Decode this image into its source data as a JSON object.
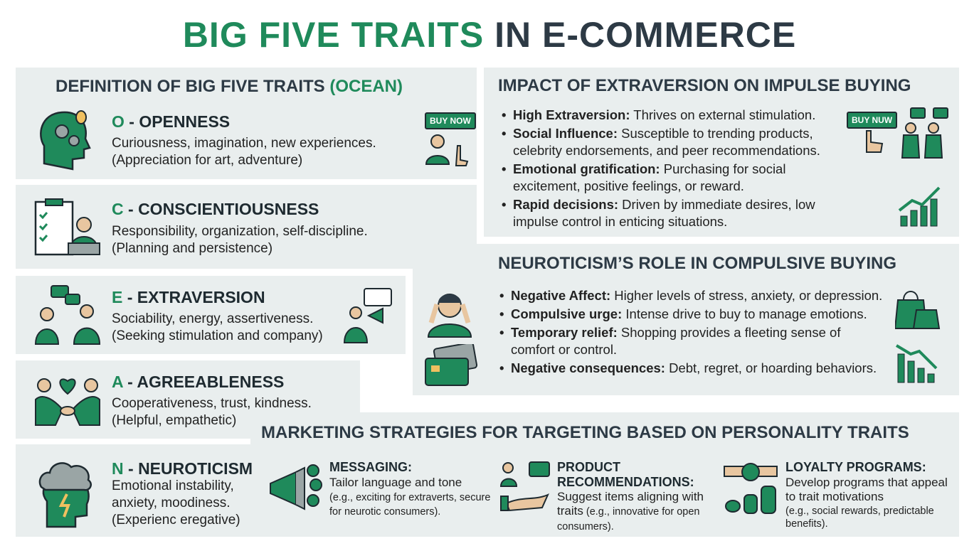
{
  "title": {
    "part1": "BIG FIVE TRAITS",
    "part2": "IN E-COMMERCE"
  },
  "definition": {
    "heading_main": "DEFINITION OF BIG FIVE TRAITS",
    "heading_accent": "(OCEAN)",
    "traits": [
      {
        "letter": "O",
        "name": " - OPENNESS",
        "line1": "Curiousness, imagination, new experiences.",
        "line2": "(Appreciation for art, adventure)",
        "icon": "head-gears-lightbulb-icon"
      },
      {
        "letter": "C",
        "name": " - CONSCIENTIOUSNESS",
        "line1": "Responsibility, organization, self-discipline.",
        "line2": "(Planning and persistence)",
        "icon": "checklist-laptop-icon"
      },
      {
        "letter": "E",
        "name": " - EXTRAVERSION",
        "line1": "Sociability, energy, assertiveness.",
        "line2": "(Seeking stimulation and company)",
        "icon": "people-chatting-icon"
      },
      {
        "letter": "A",
        "name": " - AGREEABLENESS",
        "line1": "Cooperativeness, trust, kindness.",
        "line2": "(Helpful, empathetic)",
        "icon": "handshake-heart-icon"
      },
      {
        "letter": "N",
        "name": " - NEUROTICISM",
        "line1": "Emotional instability,",
        "line2": "anxiety, moodiness.",
        "line3": "(Experienc eregative)",
        "icon": "storm-cloud-head-icon"
      }
    ],
    "buy_now": "BUY NOW"
  },
  "extraversion": {
    "heading": "IMPACT OF EXTRAVERSION ON IMPULSE BUYING",
    "buy_now": "BUY NUW",
    "bullets": [
      {
        "label": "High Extraversion:",
        "text": " Thrives on external stimulation."
      },
      {
        "label": "Social Influence:",
        "text": " Susceptible to trending products, celebrity endorsements, and peer recommendations."
      },
      {
        "label": "Emotional gratification:",
        "text": " Purchasing for social excitement, positive feelings, or reward."
      },
      {
        "label": "Rapid decisions:",
        "text": " Driven by immediate desires, low impulse control in enticing situations."
      }
    ]
  },
  "neuroticism": {
    "heading": "NEUROTICISM’S ROLE IN COMPULSIVE BUYING",
    "bullets": [
      {
        "label": "Negative Affect:",
        "text": " Higher levels of stress, anxiety, or depression."
      },
      {
        "label": "Compulsive urge:",
        "text": " Intense drive to buy to manage emotions."
      },
      {
        "label": "Temporary relief:",
        "text": " Shopping provides a fleeting sense of comfort or control."
      },
      {
        "label": "Negative consequences:",
        "text": " Debt, regret, or hoarding behaviors."
      }
    ]
  },
  "marketing": {
    "heading": "MARKETING STRATEGIES FOR TARGETING BASED ON PERSONALITY TRAITS",
    "items": [
      {
        "title": "MESSAGING:",
        "text": "Tailor language and tone",
        "small": "(e.g., exciting for extraverts, secure for neurotic consumers)."
      },
      {
        "title": "PRODUCT RECOMMENDATIONS:",
        "text": "Suggest items aligning with traits",
        "small": " (e.g., innovative for open consumers)."
      },
      {
        "title": "LOYALTY PROGRAMS:",
        "text": "Develop programs that appeal to trait motivations",
        "small": "(e.g., social rewards, predictable benefits)."
      }
    ]
  },
  "colors": {
    "accent": "#1f8a5b",
    "heading": "#2d3a45",
    "panel": "#e9eeee"
  }
}
